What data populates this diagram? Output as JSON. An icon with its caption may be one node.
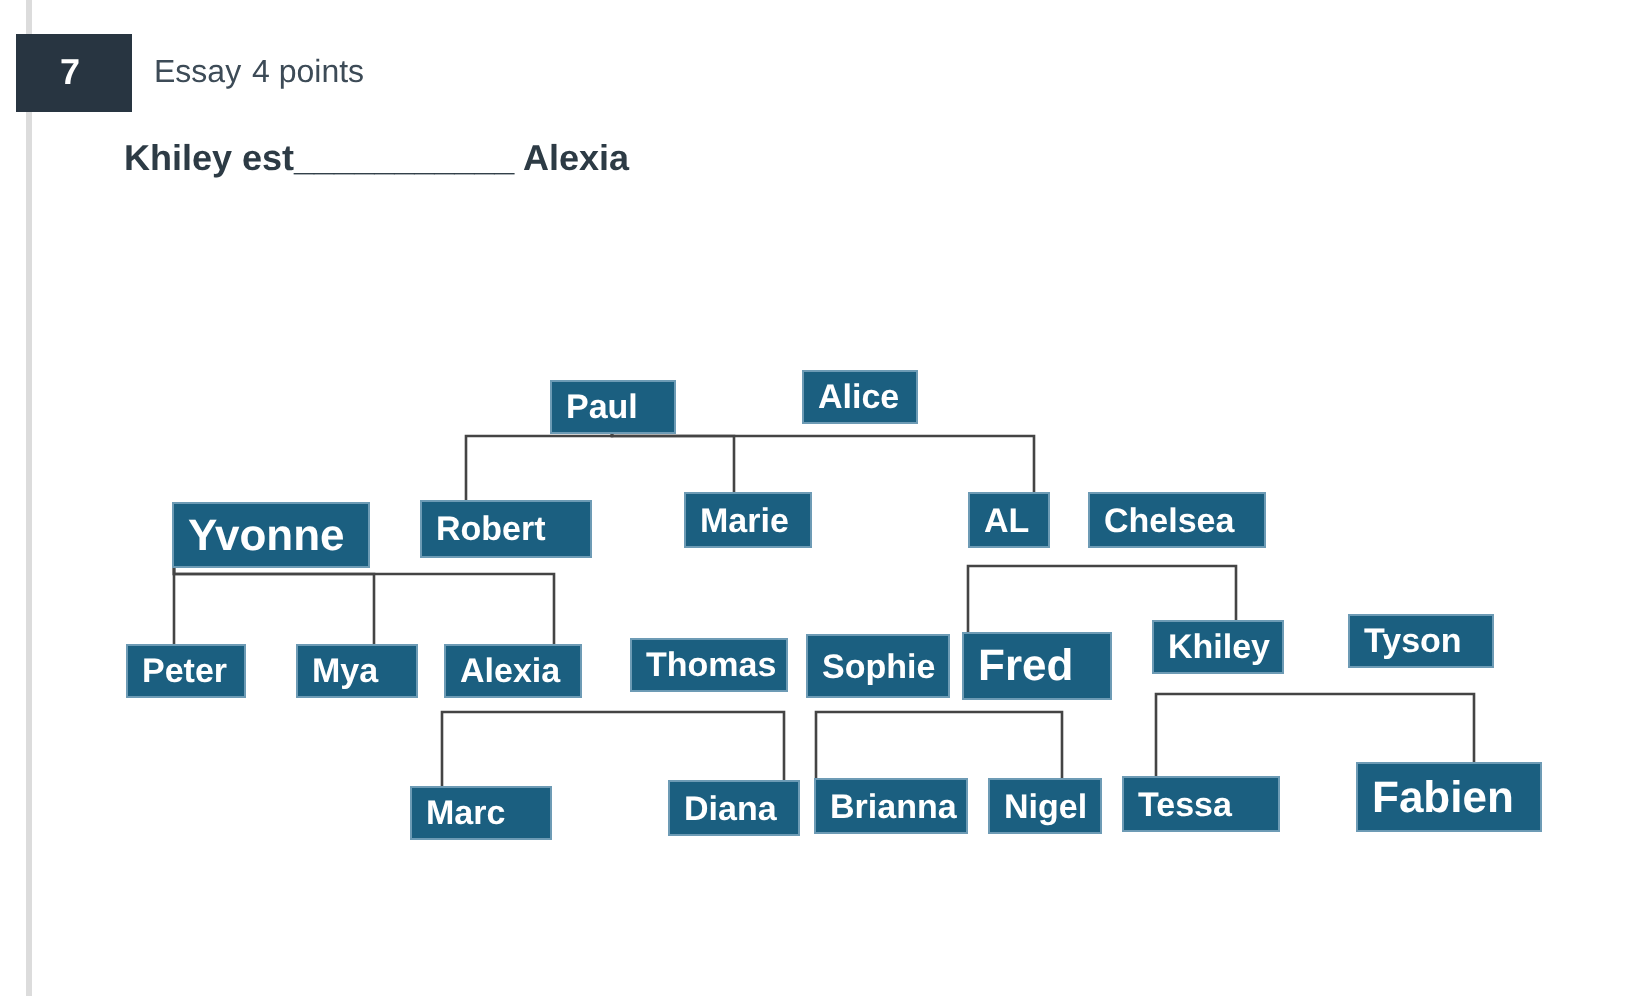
{
  "diagram": {
    "title": "Khiley est___________ Alexia",
    "nodes": [
      {
        "text": [
          "Paul"
        ]
      },
      {
        "text": [
          "Alice"
        ]
      },
      {
        "text": [
          "Yvonne"
        ]
      },
      {
        "text": [
          "Robert"
        ]
      },
      {
        "text": [
          "Marie"
        ]
      },
      {
        "text": [
          "AL"
        ]
      },
      {
        "text": [
          "Chelsea"
        ]
      },
      {
        "text": [
          "Peter"
        ]
      },
      {
        "text": [
          "Mya"
        ]
      },
      {
        "text": [
          "Alexia"
        ]
      },
      {
        "text": [
          "Thomas"
        ]
      },
      {
        "text": [
          "Sophie"
        ]
      },
      {
        "text": [
          "Fred"
        ]
      },
      {
        "text": [
          "Khiley"
        ]
      },
      {
        "text": [
          "Tyson"
        ]
      },
      {
        "text": [
          "Marc"
        ]
      },
      {
        "text": [
          "Diana"
        ]
      },
      {
        "text": [
          "Brianna"
        ]
      },
      {
        "text": [
          "Nigel"
        ]
      },
      {
        "text": [
          "Tessa"
        ]
      },
      {
        "text": [
          "Fabien"
        ]
      }
    ],
    "edges": [
      {
        "from": 0,
        "to": 3,
        "arrow": "none"
      },
      {
        "from": 0,
        "to": 4,
        "arrow": "none"
      },
      {
        "from": 0,
        "to": 5,
        "arrow": "none"
      },
      {
        "from": 2,
        "to": 7,
        "arrow": "none"
      },
      {
        "from": 2,
        "to": 8,
        "arrow": "none"
      },
      {
        "from": 2,
        "to": 9,
        "arrow": "none"
      },
      {
        "from": 12,
        "to": 13,
        "arrow": "none"
      },
      {
        "from": 15,
        "to": 16,
        "arrow": "none"
      },
      {
        "from": 17,
        "to": 18,
        "arrow": "none"
      },
      {
        "from": 19,
        "to": 20,
        "arrow": "none"
      }
    ],
    "labels": [
      "7",
      "Essay",
      "4 points"
    ]
  }
}
